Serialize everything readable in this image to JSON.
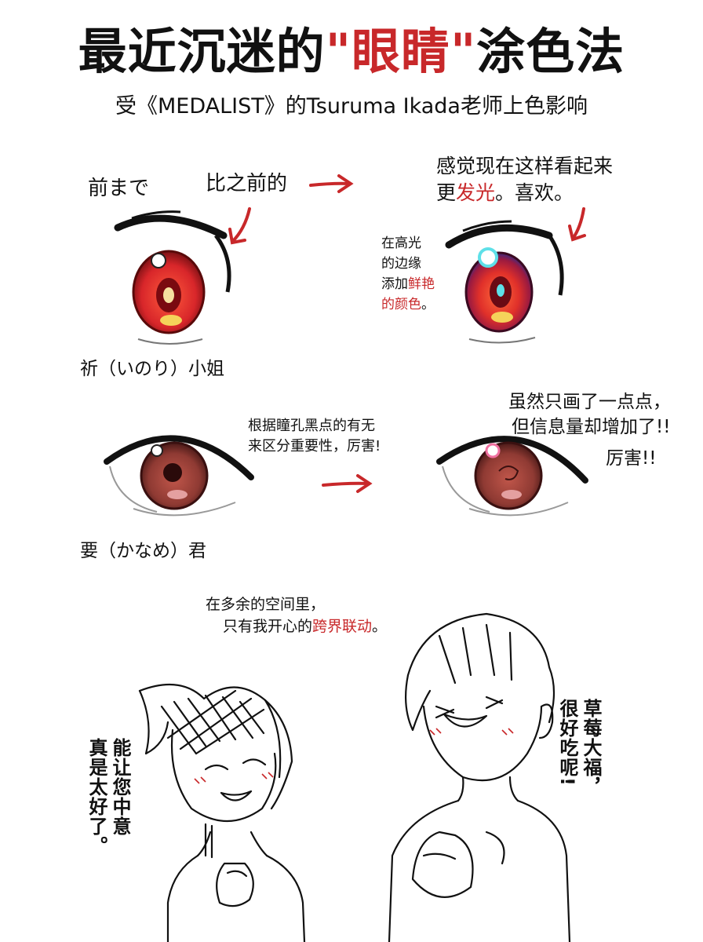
{
  "header": {
    "title_pre": "最近沉迷的",
    "title_highlight": "\"眼睛\"",
    "title_post": "涂色法",
    "subtitle": "受《MEDALIST》的Tsuruma Ikada老师上色影响"
  },
  "section1": {
    "before_label": "前まで",
    "compare_label": "比之前的",
    "feeling_line1": "感觉现在这样看起来",
    "feeling_line2_pre": "更",
    "feeling_line2_highlight": "发光",
    "feeling_line2_post": "。喜欢。",
    "tip_line1": "在高光",
    "tip_line2": "的边缘",
    "tip_line3_pre": "添加",
    "tip_line3_highlight": "鲜艳",
    "tip_line4_pre": "的颜色",
    "tip_line4_post": "。",
    "character_label": "祈（いのり）小姐"
  },
  "section2": {
    "note_line1": "根据瞳孔黑点的有无",
    "note_line2": "来区分重要性，厉害!",
    "result_line1": "虽然只画了一点点，",
    "result_line2": "但信息量却增加了!!",
    "result_line3": "厉害!!",
    "character_label": "要（かなめ）君"
  },
  "section3": {
    "crossover_line1": "在多余的空间里，",
    "crossover_line2_pre": "只有我开心的",
    "crossover_line2_highlight": "跨界联动",
    "crossover_line2_post": "。",
    "left_col1": "能让您中意",
    "left_col2": "真是太好了。",
    "right_col1": "草莓大福，",
    "right_col2": "很好吃呢!"
  },
  "colors": {
    "accent_red": "#c8282a",
    "iris_red": "#d8262a",
    "iris_brown": "#8f3a33",
    "highlight_yellow": "#f5d25a",
    "highlight_cyan": "#5ee0e8"
  }
}
